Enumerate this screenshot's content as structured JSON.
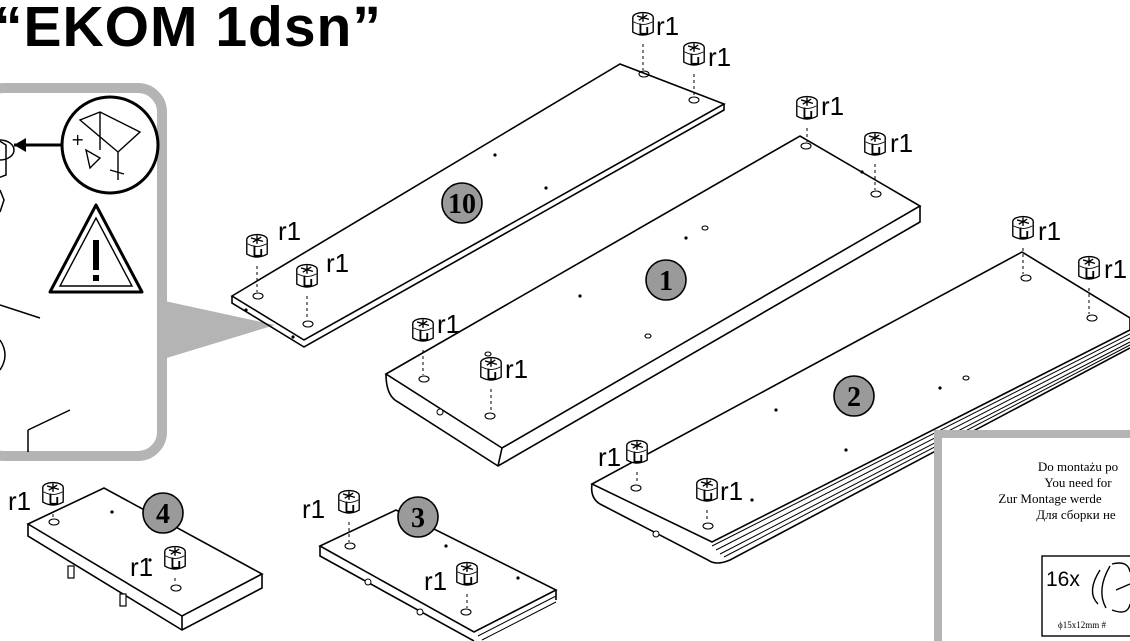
{
  "title": "“EKOM 1dsn”",
  "part_numbers": {
    "p10": "10",
    "p1": "1",
    "p2": "2",
    "p3": "3",
    "p4": "4"
  },
  "cam_label": "r1",
  "info_box": {
    "lines": [
      "Do montażu po",
      "You need for",
      "Zur Montage werde",
      "Для сборки не"
    ],
    "quantity": "16x",
    "dimension": "ϕ15x12mm  #"
  },
  "colors": {
    "panel_fill": "#ffffff",
    "stroke": "#000000",
    "callout_gray": "#b4b4b4",
    "badge_fill": "#9a9a9a"
  },
  "icons": [
    "warning-triangle-icon",
    "cam-lock-fitting-icon",
    "arrow-left-icon"
  ]
}
